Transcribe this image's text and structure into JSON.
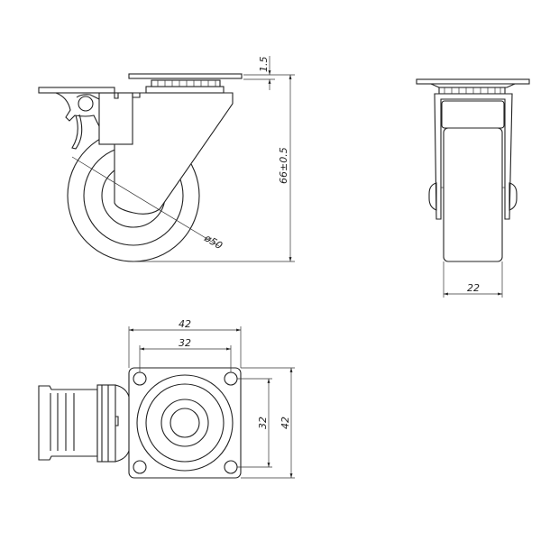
{
  "drawing": {
    "side_view": {
      "plate_thickness_label": "1.5",
      "height_label": "66±0.5",
      "wheel_diameter_label": "ø50"
    },
    "front_view": {
      "wheel_width_label": "22"
    },
    "top_view": {
      "plate_width_label": "42",
      "hole_spacing_width_label": "32",
      "hole_spacing_height_label": "32",
      "plate_height_label": "42"
    }
  }
}
